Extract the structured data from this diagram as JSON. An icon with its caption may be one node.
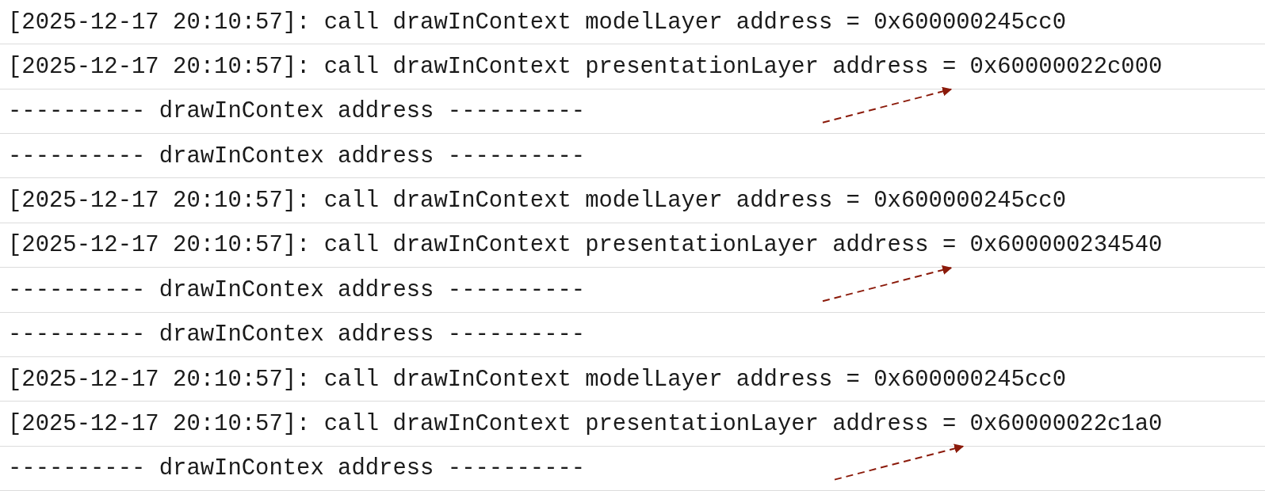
{
  "diagram": {
    "nodes": [
      {
        "text": [
          "[2025-12-17 20:10:57]: call drawInContext modelLayer address = 0x600000245cc0"
        ]
      },
      {
        "text": [
          "[2025-12-17 20:10:57]: call drawInContext presentationLayer address = 0x60000022c000"
        ]
      },
      {
        "text": [
          "---------- drawInContex address ----------"
        ]
      },
      {
        "text": [
          "---------- drawInContex address ----------"
        ]
      },
      {
        "text": [
          "[2025-12-17 20:10:57]: call drawInContext modelLayer address = 0x600000245cc0"
        ]
      },
      {
        "text": [
          "[2025-12-17 20:10:57]: call drawInContext presentationLayer address = 0x600000234540"
        ]
      },
      {
        "text": [
          "---------- drawInContex address ----------"
        ]
      },
      {
        "text": [
          "---------- drawInContex address ----------"
        ]
      },
      {
        "text": [
          "[2025-12-17 20:10:57]: call drawInContext modelLayer address = 0x600000245cc0"
        ]
      },
      {
        "text": [
          "[2025-12-17 20:10:57]: call drawInContext presentationLayer address = 0x60000022c1a0"
        ]
      },
      {
        "text": [
          "---------- drawInContex address ----------"
        ]
      }
    ],
    "edges": [
      {
        "from": 2,
        "to": 1,
        "arrow": "to",
        "style": "dashed",
        "color": "#8b1a0a"
      },
      {
        "from": 6,
        "to": 5,
        "arrow": "to",
        "style": "dashed",
        "color": "#8b1a0a"
      },
      {
        "from": 10,
        "to": 9,
        "arrow": "to",
        "style": "dashed",
        "color": "#8b1a0a"
      }
    ]
  }
}
